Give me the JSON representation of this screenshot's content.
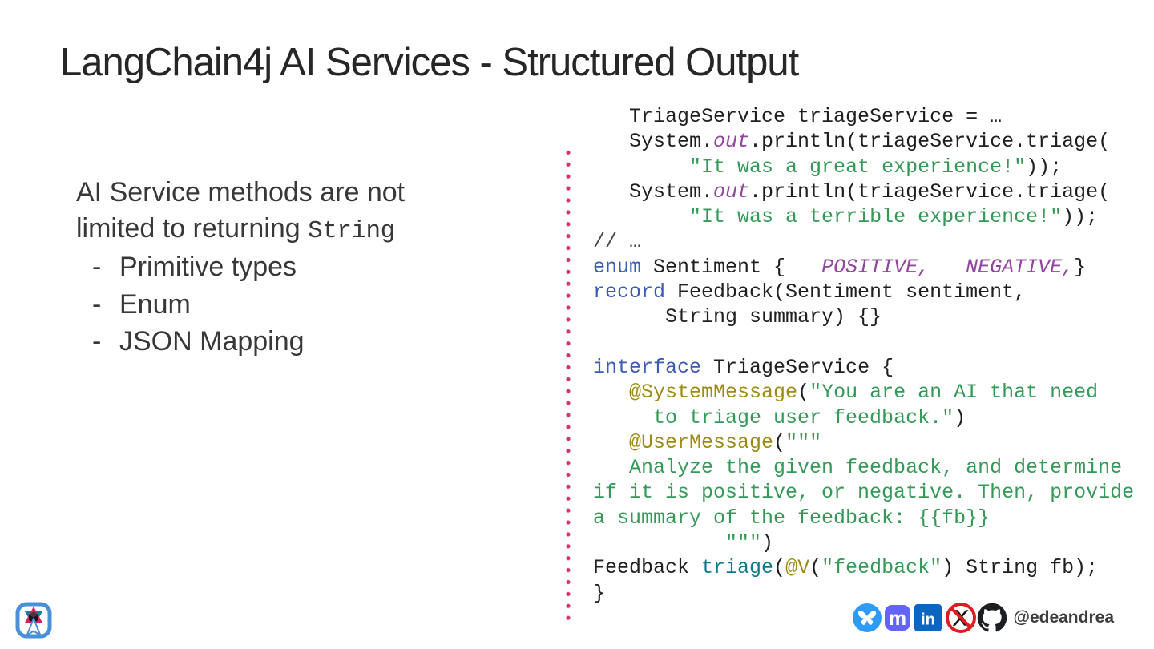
{
  "slide": {
    "title": "LangChain4j AI Services - Structured Output"
  },
  "left": {
    "intro_line1": "AI Service methods are not",
    "intro_line2_text": "limited to returning ",
    "intro_code": "String",
    "bullet_marker": "-",
    "bullets": [
      "Primitive types",
      "Enum",
      "JSON Mapping"
    ]
  },
  "code": {
    "language": "java",
    "lines": [
      [
        [
          "d",
          "   TriageService triageService = …"
        ]
      ],
      [
        [
          "d",
          "   System."
        ],
        [
          "f",
          "out"
        ],
        [
          "d",
          ".println(triageService.triage("
        ]
      ],
      [
        [
          "d",
          "        "
        ],
        [
          "s",
          "\"It was a great experience!\""
        ],
        [
          "d",
          "));"
        ]
      ],
      [
        [
          "d",
          "   System."
        ],
        [
          "f",
          "out"
        ],
        [
          "d",
          ".println(triageService.triage("
        ]
      ],
      [
        [
          "d",
          "        "
        ],
        [
          "s",
          "\"It was a terrible experience!\""
        ],
        [
          "d",
          "));"
        ]
      ],
      [
        [
          "c",
          "// …"
        ]
      ],
      [
        [
          "k",
          "enum"
        ],
        [
          "d",
          " Sentiment {   "
        ],
        [
          "e",
          "POSITIVE,"
        ],
        [
          "d",
          "   "
        ],
        [
          "e",
          "NEGATIVE,"
        ],
        [
          "d",
          "}"
        ]
      ],
      [
        [
          "k",
          "record"
        ],
        [
          "d",
          " Feedback(Sentiment sentiment,"
        ]
      ],
      [
        [
          "d",
          "      String summary) {}"
        ]
      ],
      [],
      [
        [
          "k",
          "interface"
        ],
        [
          "d",
          " TriageService {"
        ]
      ],
      [
        [
          "d",
          "   "
        ],
        [
          "a",
          "@SystemMessage"
        ],
        [
          "d",
          "("
        ],
        [
          "s",
          "\"You are an AI that need"
        ]
      ],
      [
        [
          "d",
          "     "
        ],
        [
          "s",
          "to triage user feedback.\""
        ],
        [
          "d",
          ")"
        ]
      ],
      [
        [
          "d",
          "   "
        ],
        [
          "a",
          "@UserMessage"
        ],
        [
          "d",
          "("
        ],
        [
          "s",
          "\"\"\""
        ]
      ],
      [
        [
          "s",
          "   Analyze the given feedback, and determine"
        ]
      ],
      [
        [
          "s",
          "if it is positive, or negative. Then, provide"
        ]
      ],
      [
        [
          "s",
          "a summary of the feedback: {{fb}}"
        ]
      ],
      [
        [
          "d",
          "           "
        ],
        [
          "s",
          "\"\"\""
        ],
        [
          "d",
          ")"
        ]
      ],
      [
        [
          "d",
          "Feedback "
        ],
        [
          "m",
          "triage"
        ],
        [
          "d",
          "("
        ],
        [
          "a",
          "@V"
        ],
        [
          "d",
          "("
        ],
        [
          "s",
          "\"feedback\""
        ],
        [
          "d",
          ") String fb);"
        ]
      ],
      [
        [
          "d",
          "}"
        ]
      ]
    ]
  },
  "footer": {
    "handle": "@edeandrea",
    "icons": [
      "bluesky-icon",
      "mastodon-icon",
      "linkedin-icon",
      "x-crossed-icon",
      "github-icon"
    ],
    "logo": "cube-star-logo"
  },
  "colors": {
    "separator_dots": "#d6336c",
    "code_keyword": "#3b5bb5",
    "code_string": "#359a58",
    "code_annotation": "#9e8c12",
    "code_field_purple": "#9346a0",
    "code_method_teal": "#0f7a8d",
    "code_comment": "#474747",
    "logo_border_blue": "#4a90d9",
    "bluesky_blue": "#2e9af9",
    "mastodon_purple": "#6364ff",
    "linkedin_blue": "#0a66c2",
    "github_black": "#1b1f23",
    "prohibited_red": "#e01b22"
  }
}
